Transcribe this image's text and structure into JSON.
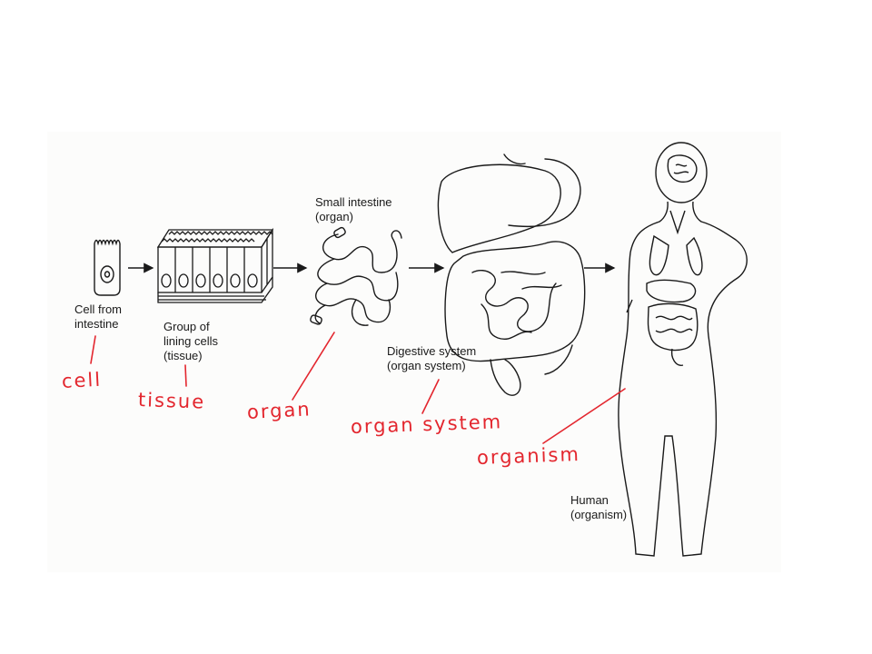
{
  "labels": {
    "cell": [
      "Cell from",
      "intestine"
    ],
    "tissue": [
      "Group of",
      "lining cells",
      "(tissue)"
    ],
    "organ": [
      "Small intestine",
      "(organ)"
    ],
    "system": [
      "Digestive system",
      "(organ system)"
    ],
    "organism": [
      "Human",
      "(organism)"
    ]
  },
  "annotations": {
    "cell": "cell",
    "tissue": "tissue",
    "organ": "organ",
    "system": "organ system",
    "organism": "organism"
  },
  "colors": {
    "ink": "#1a1a1a",
    "annotation": "#e3262e"
  }
}
